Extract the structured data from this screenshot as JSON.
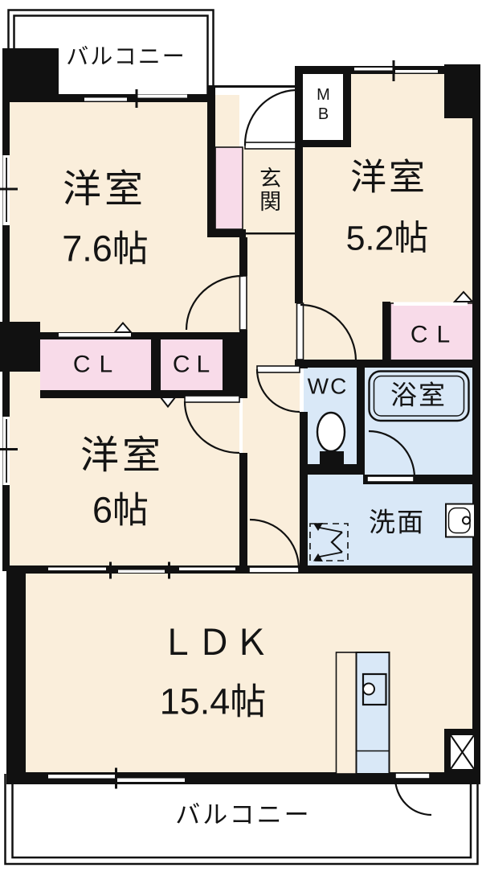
{
  "labels": {
    "balcony_top": "バルコニー",
    "balcony_bottom": "バルコニー",
    "room_76": {
      "name": "洋室",
      "size": "7.6帖"
    },
    "room_52": {
      "name": "洋室",
      "size": "5.2帖"
    },
    "room_6": {
      "name": "洋室",
      "size": "6帖"
    },
    "ldk": {
      "name": "ＬＤＫ",
      "size": "15.4帖"
    },
    "entrance": "玄関",
    "meter_box": "MB",
    "toilet": "WC",
    "bath": "浴室",
    "washroom": "洗面",
    "closet_1": "CL",
    "closet_2": "CL",
    "closet_3": "CL"
  },
  "colors": {
    "wall": "#111111",
    "room": "#faeedb",
    "closet": "#f8dbe9",
    "wetarea": "#d9e8f7",
    "background": "#ffffff"
  },
  "icons": [
    "bathtub-icon",
    "toilet-icon",
    "washbasin-icon",
    "kitchen-unit-icon",
    "duct-shaft-icon",
    "folding-door-icon",
    "door-swing-icon",
    "sliding-door-icon",
    "window-icon"
  ]
}
